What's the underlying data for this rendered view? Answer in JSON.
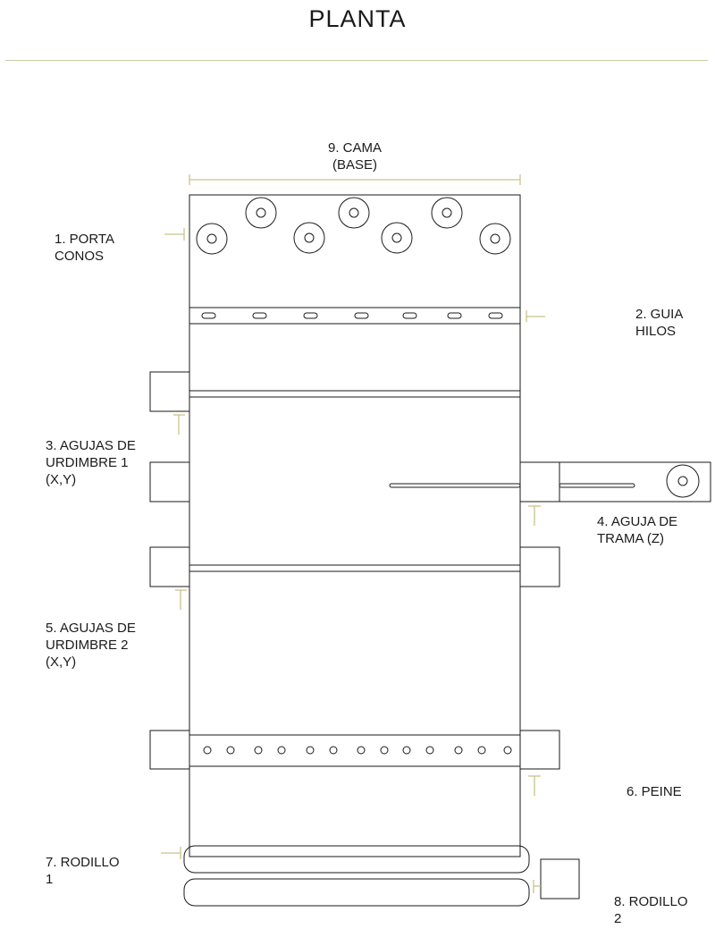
{
  "header": {
    "title": "PLANTA"
  },
  "colors": {
    "line": "#1a1a1a",
    "dimension": "#c9c38a",
    "rule": "#c9cba6"
  },
  "labels": {
    "base": "9. CAMA\n(BASE)",
    "cones": "1. PORTA\nCONOS",
    "thread_guide": "2. GUIA\nHILOS",
    "warp_needles_1": "3. AGUJAS DE\nURDIMBRE 1\n(X,Y)",
    "weft_needle": "4. AGUJA DE\nTRAMA (Z)",
    "warp_needles_2": "5. AGUJAS DE\nURDIMBRE 2\n(X,Y)",
    "comb": "6. PEINE",
    "roller_1": "7. RODILLO\n1",
    "roller_2": "8. RODILLO\n2"
  }
}
